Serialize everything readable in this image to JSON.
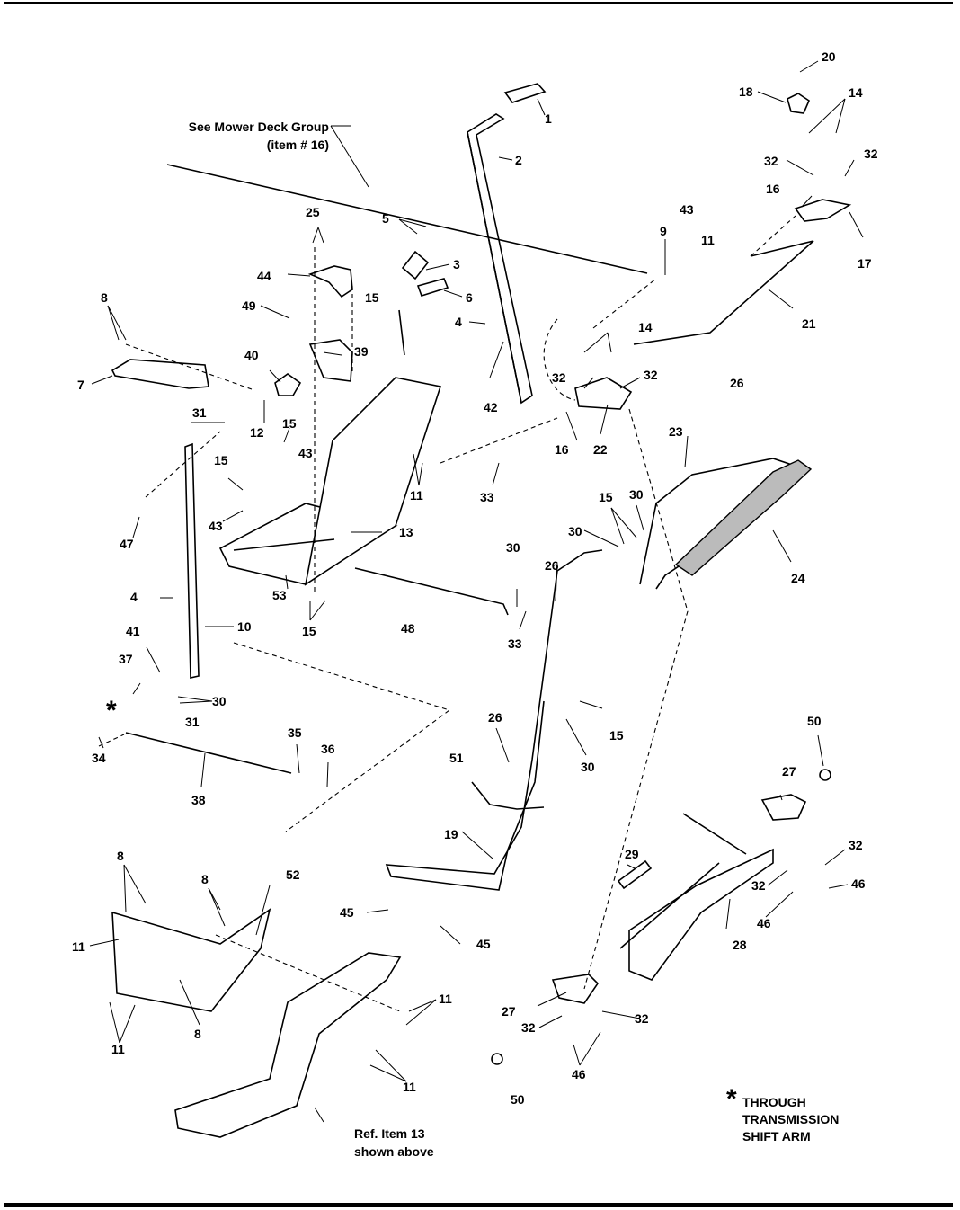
{
  "callouts": {
    "c1": "1",
    "c2": "2",
    "c3": "3",
    "c4a": "4",
    "c4b": "4",
    "c5": "5",
    "c6": "6",
    "c7": "7",
    "c8a": "8",
    "c8b": "8",
    "c8c": "8",
    "c8d": "8",
    "c9": "9",
    "c10": "10",
    "c11a": "11",
    "c11b": "11",
    "c11c": "11",
    "c11d": "11",
    "c11e": "11",
    "c11f": "11",
    "c12": "12",
    "c13": "13",
    "c14a": "14",
    "c14b": "14",
    "c15a": "15",
    "c15b": "15",
    "c15c": "15",
    "c15d": "15",
    "c15e": "15",
    "c15f": "15",
    "c16a": "16",
    "c16b": "16",
    "c17": "17",
    "c18": "18",
    "c19": "19",
    "c20": "20",
    "c21": "21",
    "c22": "22",
    "c23": "23",
    "c24": "24",
    "c25": "25",
    "c26a": "26",
    "c26b": "26",
    "c26c": "26",
    "c27a": "27",
    "c27b": "27",
    "c28": "28",
    "c29": "29",
    "c30a": "30",
    "c30b": "30",
    "c30c": "30",
    "c30d": "30",
    "c30e": "30",
    "c31a": "31",
    "c31b": "31",
    "c32a": "32",
    "c32b": "32",
    "c32c": "32",
    "c32d": "32",
    "c32e": "32",
    "c32f": "32",
    "c32g": "32",
    "c32h": "32",
    "c33a": "33",
    "c33b": "33",
    "c34": "34",
    "c35": "35",
    "c36": "36",
    "c37": "37",
    "c38": "38",
    "c39": "39",
    "c40": "40",
    "c41": "41",
    "c42": "42",
    "c43a": "43",
    "c43b": "43",
    "c43c": "43",
    "c44": "44",
    "c45a": "45",
    "c45b": "45",
    "c46a": "46",
    "c46b": "46",
    "c46c": "46",
    "c47": "47",
    "c48": "48",
    "c49": "49",
    "c50a": "50",
    "c50b": "50",
    "c51": "51",
    "c52": "52",
    "c53": "53"
  },
  "notes": {
    "mower_deck_line1": "See Mower Deck Group",
    "mower_deck_line2": "(item # 16)",
    "ref_item_line1": "Ref. Item 13",
    "ref_item_line2": "shown above",
    "asterisk_marker": "*",
    "footnote_star": "*",
    "footnote_line1": "THROUGH",
    "footnote_line2": "TRANSMISSION",
    "footnote_line3": "SHIFT ARM"
  }
}
